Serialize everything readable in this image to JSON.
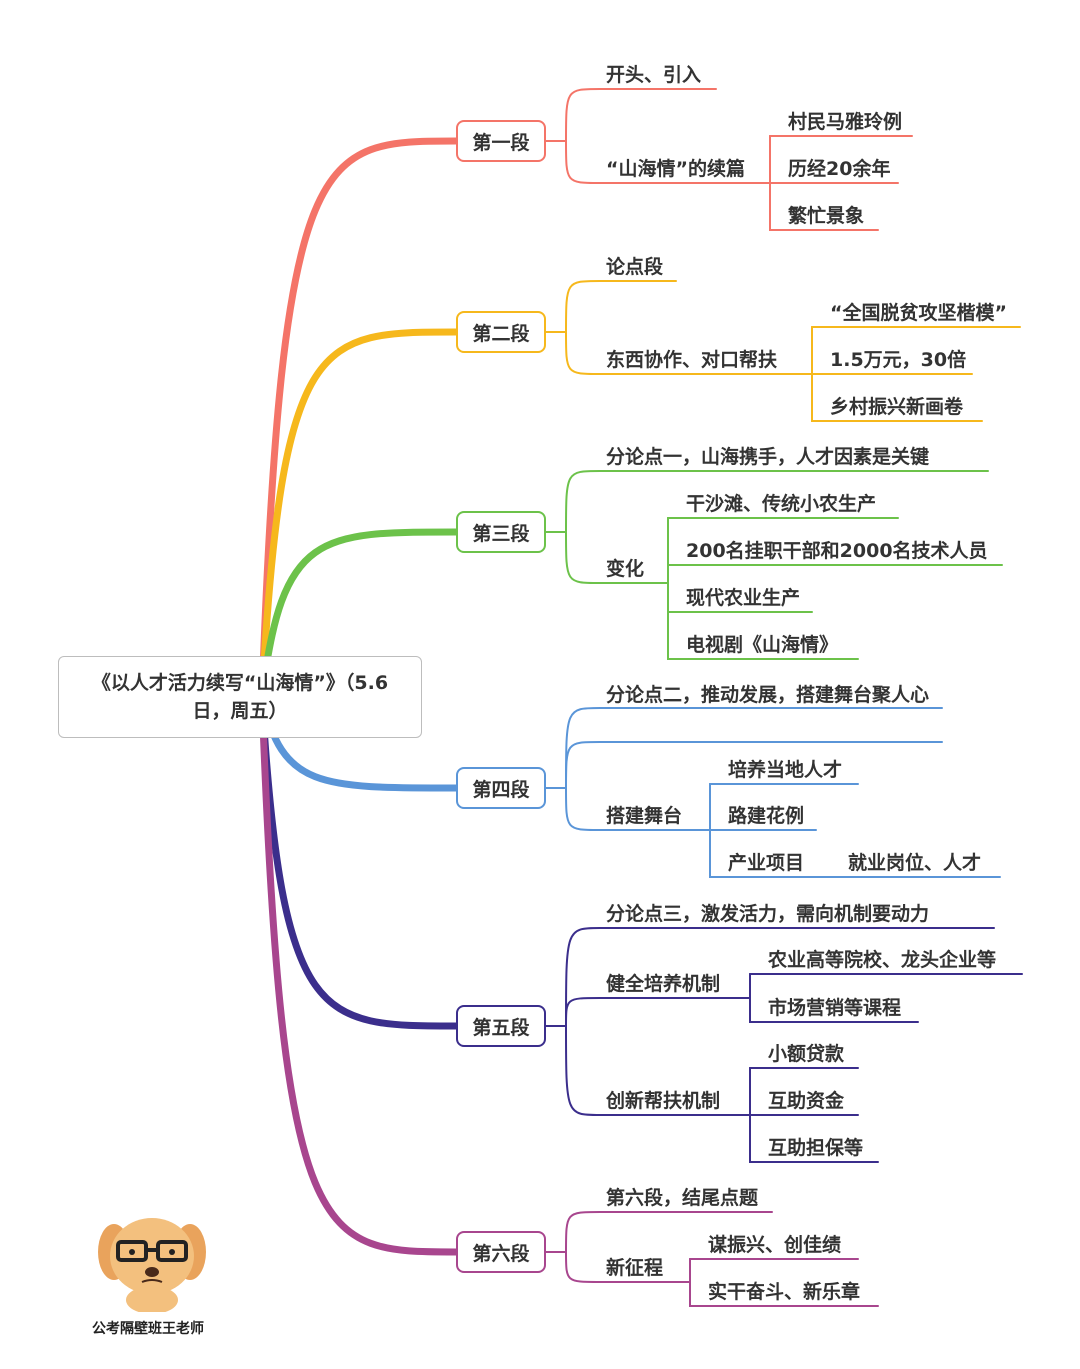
{
  "root": "《以人才活力续写“山海情”》（5.6日，周五）",
  "author": "公考隔壁班王老师",
  "branches": [
    {
      "label": "第一段",
      "color": "#f47468",
      "items": [
        "开头、引入",
        "“山海情”的续篇",
        "村民马雅玲例",
        "历经20余年",
        "繁忙景象"
      ]
    },
    {
      "label": "第二段",
      "color": "#f6b81c",
      "items": [
        "论点段",
        "东西协作、对口帮扶",
        "“全国脱贫攻坚楷模”",
        "1.5万元，30倍",
        "乡村振兴新画卷"
      ]
    },
    {
      "label": "第三段",
      "color": "#6cc24a",
      "items": [
        "分论点一，山海携手，人才因素是关键",
        "变化",
        "干沙滩、传统小农生产",
        "200名挂职干部和2000名技术人员",
        "现代农业生产",
        "电视剧《山海情》"
      ]
    },
    {
      "label": "第四段",
      "color": "#5a95d8",
      "items": [
        "分论点二，推动发展，搭建舞台聚人心",
        "搭建舞台",
        "培养当地人才",
        "路建花例",
        "产业项目",
        "就业岗位、人才"
      ]
    },
    {
      "label": "第五段",
      "color": "#3b2e8c",
      "items": [
        "分论点三，激发活力，需向机制要动力",
        "健全培养机制",
        "农业高等院校、龙头企业等",
        "市场营销等课程",
        "创新帮扶机制",
        "小额贷款",
        "互助资金",
        "互助担保等"
      ]
    },
    {
      "label": "第六段",
      "color": "#a8468e",
      "items": [
        "第六段，结尾点题",
        "新征程",
        "谋振兴、创佳绩",
        "实干奋斗、新乐章"
      ]
    }
  ]
}
